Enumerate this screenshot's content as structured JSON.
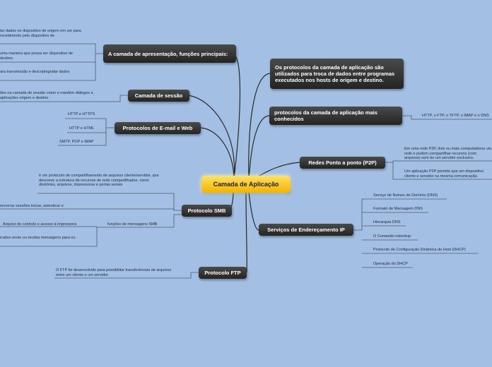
{
  "center": {
    "label": "Camada de Aplicação"
  },
  "topics": {
    "apresentacao": {
      "label": "A camada de apresentação, funções principais:",
      "leaves": [
        "tar dados no dispositivo de origem em um para recebimento pelo dispositivo de",
        "uma maneira que possa ser dispositivo de destino.",
        "ara transmissão e descriptografar dados"
      ]
    },
    "sessao": {
      "label": "Camada de sessão",
      "leaves": [
        "ões na camada de sessão criam e mantêm diálogos e aplicações origem e destino"
      ]
    },
    "email_web": {
      "label": "Protocolos de E-mail e Web",
      "leaves": [
        "HTTP e HTTPS",
        "HTTP e HTML",
        "SMTP, POP e IMAP"
      ]
    },
    "smb": {
      "label": "Protocolo SMB",
      "leaves": [
        "é um protocolo de compartilhamento de arquivos cliente/servidor, que descreve a estrutura de recursos de rede compartilhados, como diretórios, arquivos, impressoras e portas seriais",
        "encerrar sessões.Iniciar, autenticar e",
        "funções de mensagens SMB",
        "Arquivo de controle e acesso à impressora",
        "icativo envie ou receba mensagens para ou ."
      ]
    },
    "ftp": {
      "label": "Protocolo FTP",
      "leaves": [
        "O FTP foi desenvolvido para possibilitar transferências de arquivos entre um cliente e um servidor."
      ]
    },
    "protocolos": {
      "label": "Os protocolos da camada de aplicação são utilizados para troca de dados entre programas executados nos hosts de origem e destino."
    },
    "conhecidos": {
      "label": "protocolos da camada de aplicação mais conhecidos",
      "leaves": [
        "HTTP, o FTP, o TFTP, o IMAP e o DNS"
      ]
    },
    "p2p": {
      "label": "Redes Ponto a ponto (P2P)",
      "leaves": [
        "Em uma rede P2P, dois ou mais computadores via rede e podem compartilhar recursos (com arquivos) sem ter um servidor exclusivo.",
        "Um aplicação P2P permite que um dispositivo cliente e servidor na mesma comunicação."
      ]
    },
    "ip": {
      "label": "Serviços de Endereçamento IP",
      "leaves": [
        "Serviço de Nomes de Domínio (DNS)",
        "Formato de Mensagem DNS",
        "Hierarquia DNS",
        "O Comando nslookup",
        "Protocolo de Configuração Dinâmica de Host (DHCP)",
        "Operação do DHCP"
      ]
    }
  }
}
